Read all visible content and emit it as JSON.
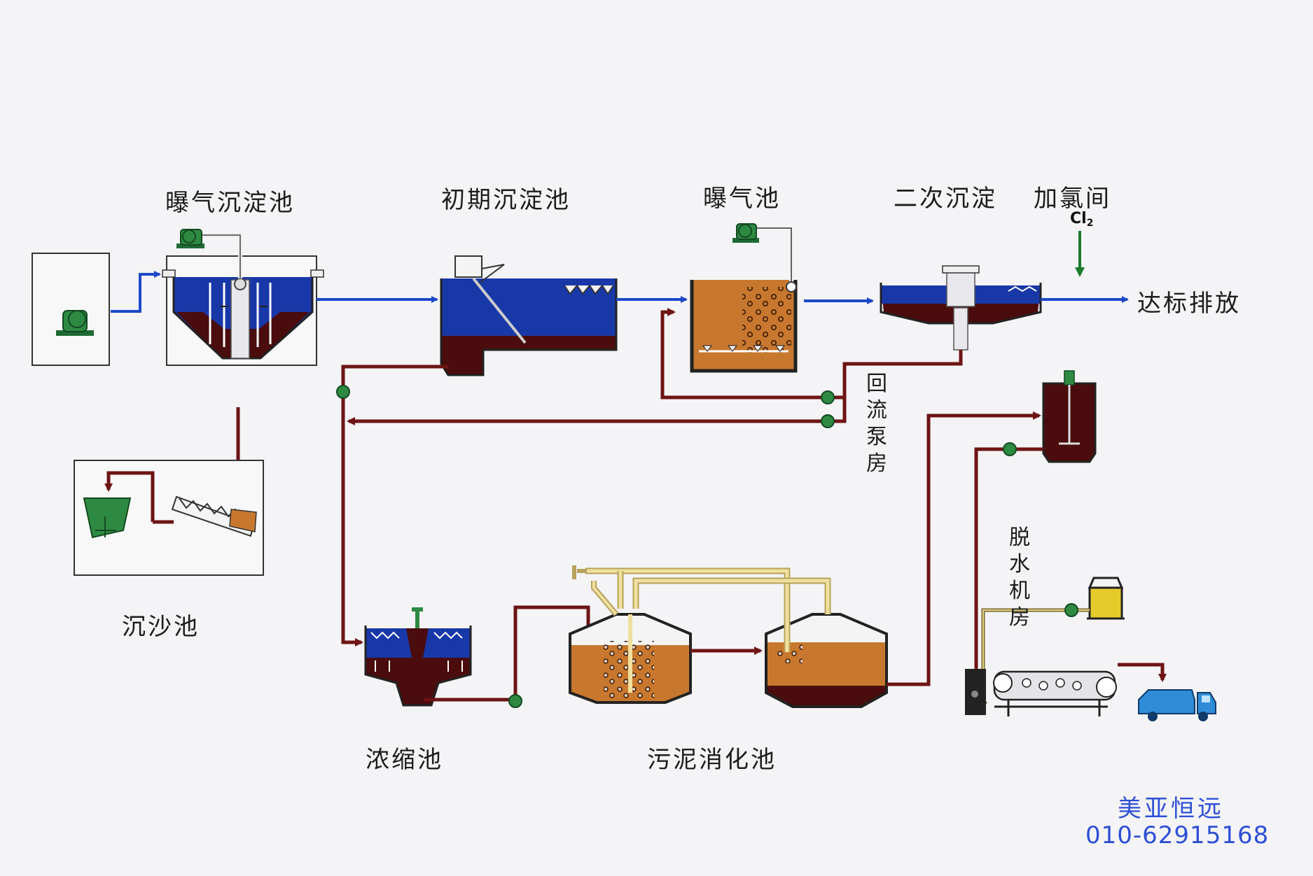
{
  "labels": {
    "aerated_settling": "曝气沉淀池",
    "primary_settling": "初期沉淀池",
    "aeration_tank": "曝气池",
    "secondary_settling": "二次沉淀",
    "chlorination": "加氯间",
    "chlorine": "Cl",
    "chlorine_sub": "2",
    "discharge": "达标排放",
    "return_pump": "回流泵房",
    "grit_chamber": "沉沙池",
    "dewatering": "脱水机房",
    "thickener": "浓缩池",
    "digester": "污泥消化池"
  },
  "brand": {
    "name": "美亚恒远",
    "phone": "010-62915168"
  },
  "colors": {
    "water": "#1838a8",
    "sludge": "#4a0c0c",
    "digest": "#c8782e",
    "pipe_sludge": "#6e1414",
    "pipe_water": "#1c48c8",
    "pump": "#2e8040",
    "gas_pipe": "#f0e0a0",
    "brand": "#2d4fd6"
  },
  "icons": [
    "pump-icon",
    "truck-icon",
    "mixer-icon",
    "chemical-tank-icon",
    "belt-press-icon",
    "screw-conveyor-icon"
  ]
}
